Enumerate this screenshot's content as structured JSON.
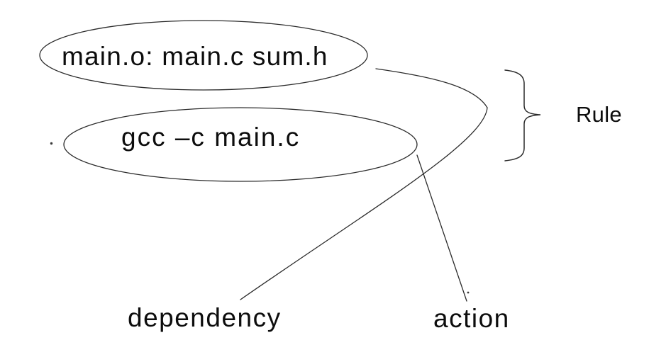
{
  "diagram": {
    "target_ellipse": {
      "text": "main.o: main.c sum.h"
    },
    "command_ellipse": {
      "text": "gcc –c main.c"
    },
    "brace_label": "Rule",
    "dependency_label": "dependency",
    "action_label": "action",
    "stray_marks": {
      "left": ".",
      "right": "."
    }
  },
  "colors": {
    "stroke": "#2b2b2b",
    "text": "#0d0d0d",
    "background": "#ffffff"
  }
}
